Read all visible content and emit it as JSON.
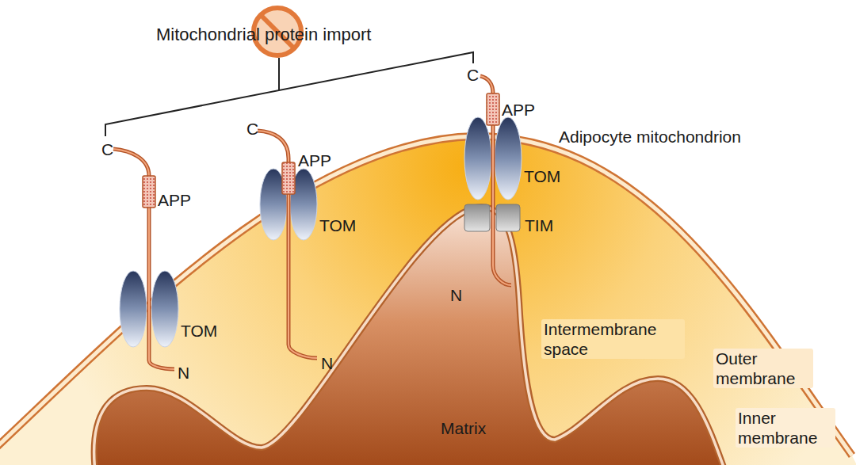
{
  "diagram": {
    "title": "Mitochondrial protein import",
    "labels": [
      "C",
      "APP",
      "TOM",
      "N",
      "C",
      "APP",
      "TOM",
      "N",
      "C",
      "APP",
      "TOM",
      "TIM",
      "N",
      "Adipocyte mitochondrion",
      "Intermembrane space",
      "Outer membrane",
      "Inner membrane",
      "Matrix"
    ]
  }
}
